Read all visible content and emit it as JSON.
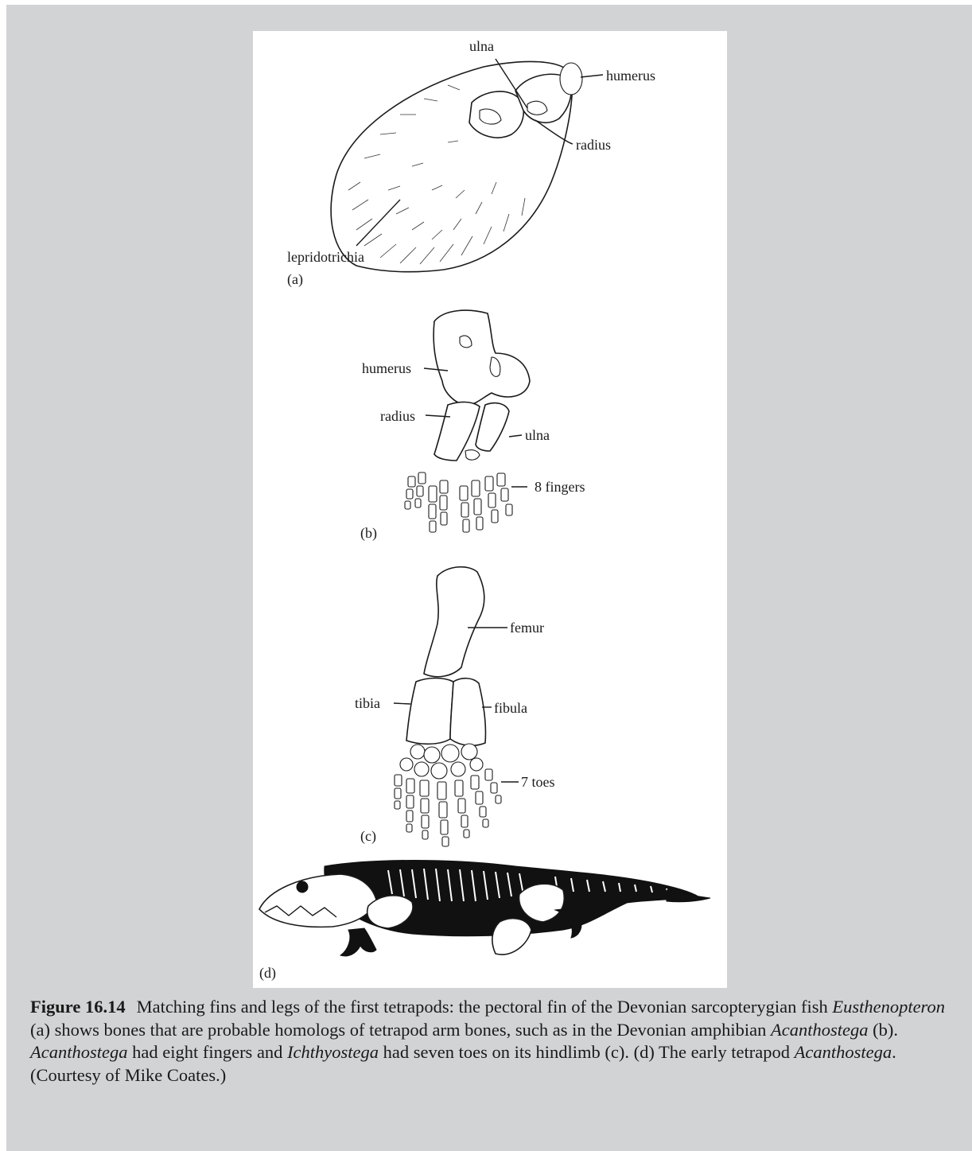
{
  "figure": {
    "panel_a": {
      "tag": "(a)",
      "labels": {
        "ulna": "ulna",
        "humerus": "humerus",
        "radius": "radius",
        "lepidotrichia": "lepridotrichia"
      }
    },
    "panel_b": {
      "tag": "(b)",
      "labels": {
        "humerus": "humerus",
        "radius": "radius",
        "ulna": "ulna",
        "fingers": "8 fingers"
      }
    },
    "panel_c": {
      "tag": "(c)",
      "labels": {
        "femur": "femur",
        "tibia": "tibia",
        "fibula": "fibula",
        "toes": "7 toes"
      }
    },
    "panel_d": {
      "tag": "(d)"
    }
  },
  "caption": {
    "number": "Figure 16.14",
    "t1": "Matching fins and legs of the first tetrapods: the pectoral fin of the Devonian sarcopterygian fish ",
    "i1": "Eusthenopteron",
    "t2": " (a) shows bones that are probable homologs of tetrapod arm bones, such as in the Devonian amphibian ",
    "i2": "Acanthostega",
    "t3": " (b). ",
    "i3": "Acanthostega",
    "t4": " had eight fingers and ",
    "i4": "Ichthyostega",
    "t5": " had seven toes on its hindlimb (c). (d) The early tetrapod ",
    "i5": "Acanthostega",
    "t6": ". (Courtesy of Mike Coates.)"
  }
}
